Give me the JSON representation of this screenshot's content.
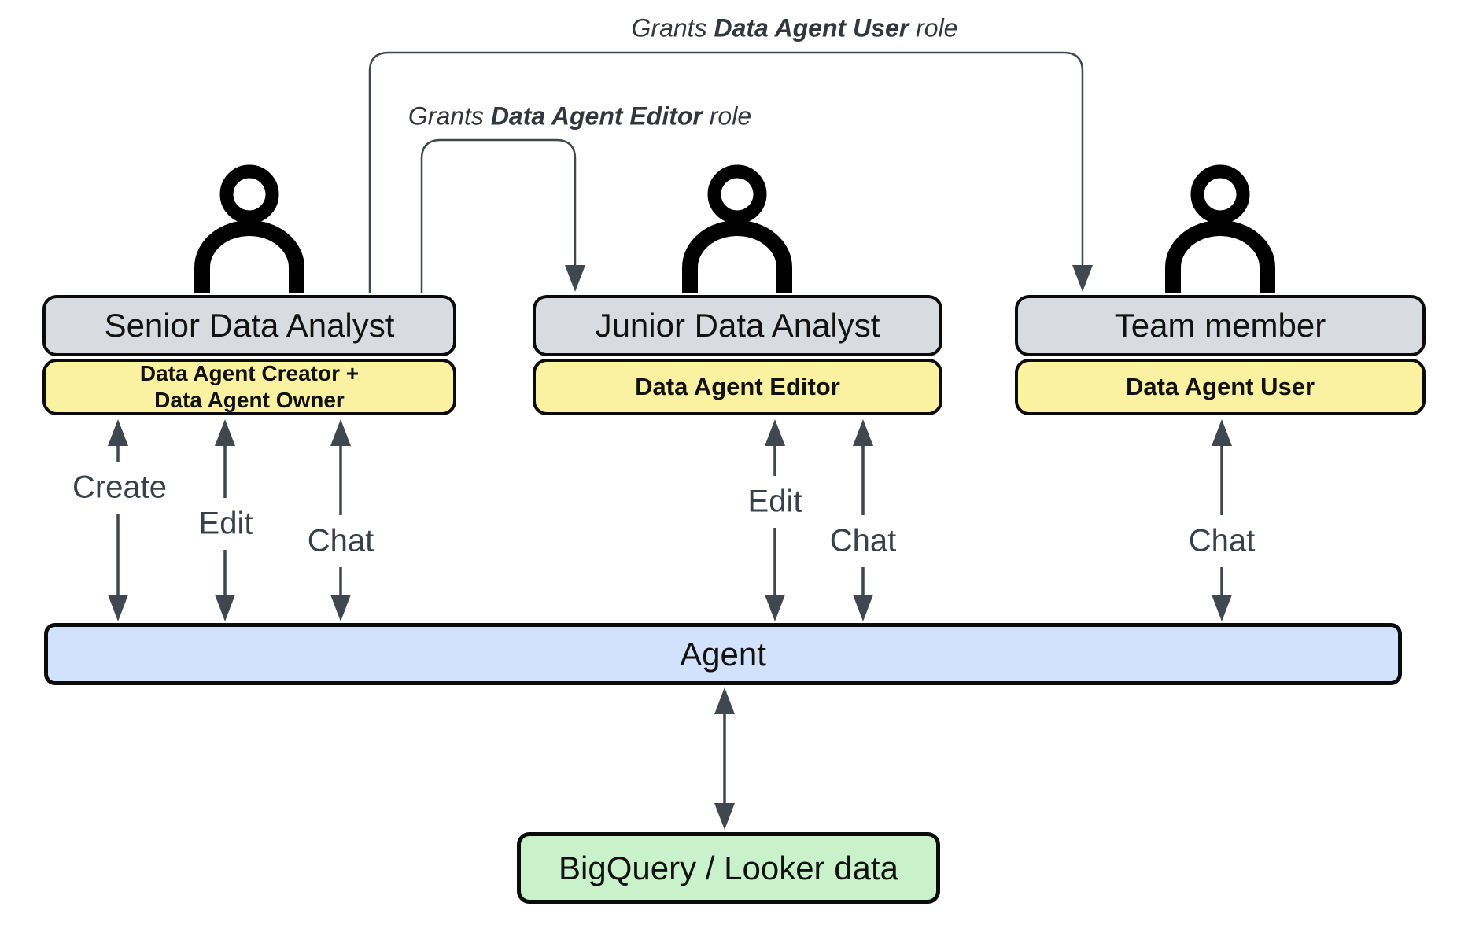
{
  "colors": {
    "grey-fill": "#d8dbe0",
    "yellow-fill": "#faf1a1",
    "blue-fill": "#d3e2fc",
    "green-fill": "#c9f2cb",
    "line": "#40474f",
    "border": "#0b0b0b",
    "title-text": "#121212",
    "label-text": "#3a4049"
  },
  "grants": [
    {
      "prefix": "Grants ",
      "role": "Data Agent User",
      "suffix": " role"
    },
    {
      "prefix": "Grants ",
      "role": "Data Agent Editor",
      "suffix": " role"
    }
  ],
  "actors": [
    {
      "title": "Senior Data Analyst",
      "role_lines": [
        "Data Agent Creator +",
        "Data Agent Owner"
      ],
      "actions": [
        "Create",
        "Edit",
        "Chat"
      ]
    },
    {
      "title": "Junior Data Analyst",
      "role_lines": [
        "Data Agent Editor"
      ],
      "actions": [
        "Edit",
        "Chat"
      ]
    },
    {
      "title": "Team member",
      "role_lines": [
        "Data Agent User"
      ],
      "actions": [
        "Chat"
      ]
    }
  ],
  "agent": {
    "label": "Agent"
  },
  "datastore": {
    "label": "BigQuery / Looker data"
  }
}
